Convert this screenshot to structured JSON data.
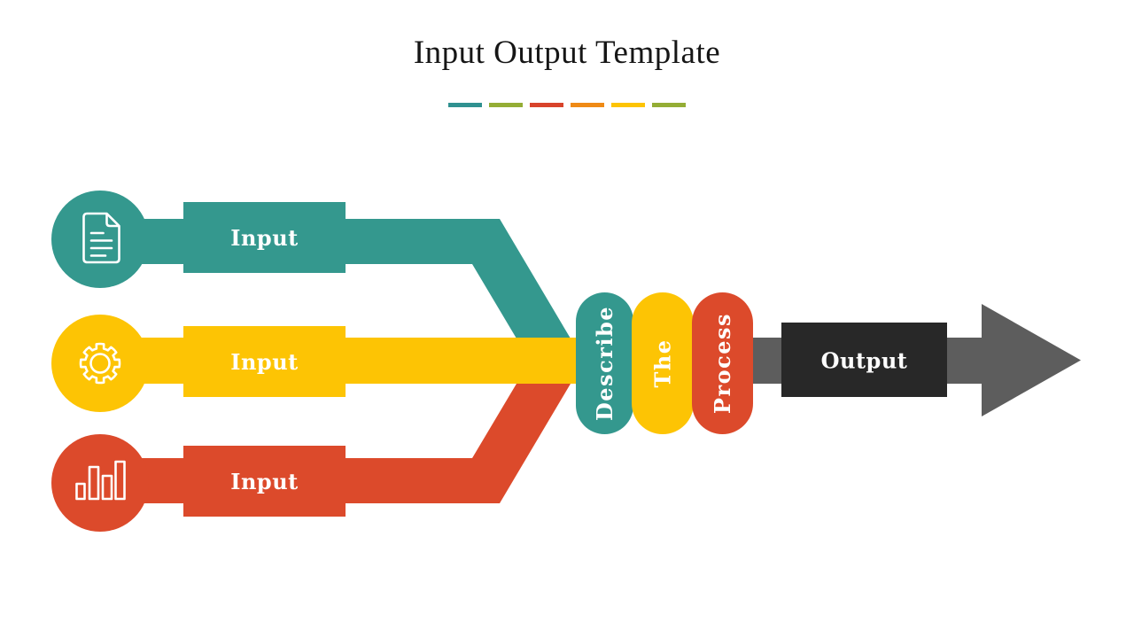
{
  "slide": {
    "title": "Input Output Template"
  },
  "divider_colors": [
    "#2f9190",
    "#94ad35",
    "#d8432b",
    "#ef8a15",
    "#fdc404",
    "#94ad35"
  ],
  "inputs": [
    {
      "label": "Input",
      "icon": "document-icon",
      "color": "#34988e"
    },
    {
      "label": "Input",
      "icon": "gear-icon",
      "color": "#fdc404"
    },
    {
      "label": "Input",
      "icon": "bar-chart-icon",
      "color": "#dc4a2b"
    }
  ],
  "process": {
    "steps": [
      {
        "label": "Describe",
        "color": "#34988e"
      },
      {
        "label": "The",
        "color": "#fdc404"
      },
      {
        "label": "Process",
        "color": "#dc4a2b"
      }
    ]
  },
  "output": {
    "label": "Output",
    "box_color": "#282828",
    "arrow_color": "#5d5d5d"
  }
}
